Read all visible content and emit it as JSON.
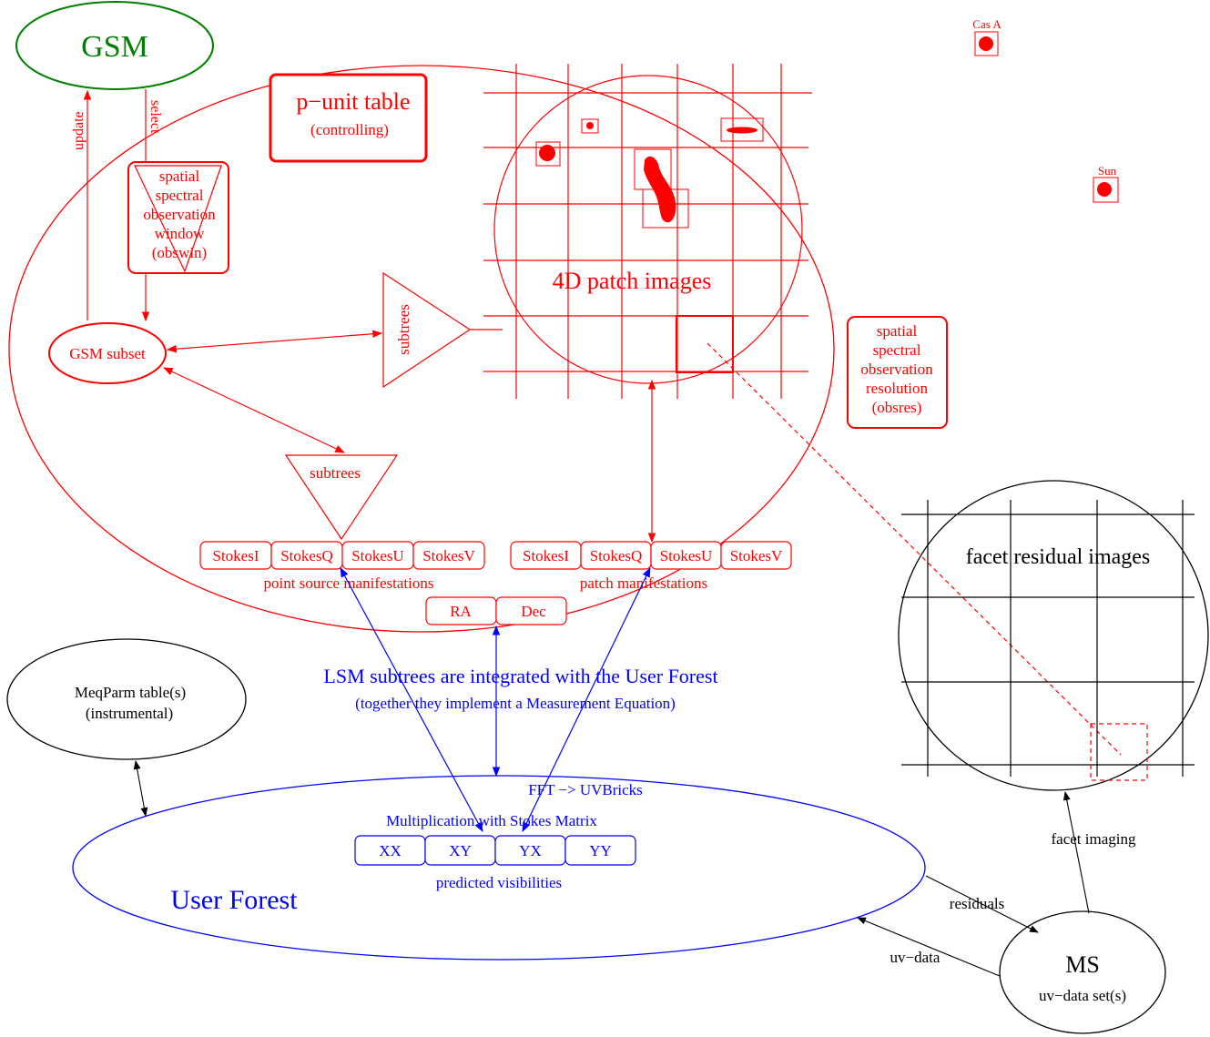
{
  "colors": {
    "red": "#ff0000",
    "green": "#008000",
    "blue": "#0000ff",
    "black": "#000000"
  },
  "gsm": {
    "title": "GSM",
    "update_label": "update",
    "select_label": "select"
  },
  "punit": {
    "title": "p−unit table",
    "subtitle": "(controlling)"
  },
  "obswin": {
    "lines": [
      "spatial",
      "spectral",
      "observation",
      "window",
      "(obswin)"
    ]
  },
  "gsm_subset": {
    "label": "GSM subset"
  },
  "subtrees": {
    "side_label": "subtrees",
    "bottom_label": "subtrees"
  },
  "patch": {
    "title": "4D patch images"
  },
  "sky_sources": {
    "cas_a": "Cas A",
    "sun": "Sun"
  },
  "obsres": {
    "lines": [
      "spatial",
      "spectral",
      "observation",
      "resolution",
      "(obsres)"
    ]
  },
  "point_source": {
    "stokes": [
      "StokesI",
      "StokesQ",
      "StokesU",
      "StokesV"
    ],
    "caption": "point source manifestations"
  },
  "patch_manif": {
    "stokes": [
      "StokesI",
      "StokesQ",
      "StokesU",
      "StokesV"
    ],
    "caption": "patch manifestations"
  },
  "coords": {
    "ra": "RA",
    "dec": "Dec"
  },
  "lsm_note": {
    "line1": "LSM subtrees are integrated with the User Forest",
    "line2": "(together they implement a Measurement Equation)"
  },
  "meqparm": {
    "line1": "MeqParm table(s)",
    "line2": "(instrumental)"
  },
  "facet": {
    "title": "facet residual images"
  },
  "user_forest": {
    "title": "User Forest",
    "fft_label": "FFT −> UVBricks",
    "mult_label": "Multiplication with Stokes Matrix",
    "vis": [
      "XX",
      "XY",
      "YX",
      "YY"
    ],
    "vis_caption": "predicted visibilities"
  },
  "ms": {
    "title": "MS",
    "subtitle": "uv−data set(s)"
  },
  "flows": {
    "facet_imaging": "facet imaging",
    "residuals": "residuals",
    "uv_data": "uv−data"
  }
}
